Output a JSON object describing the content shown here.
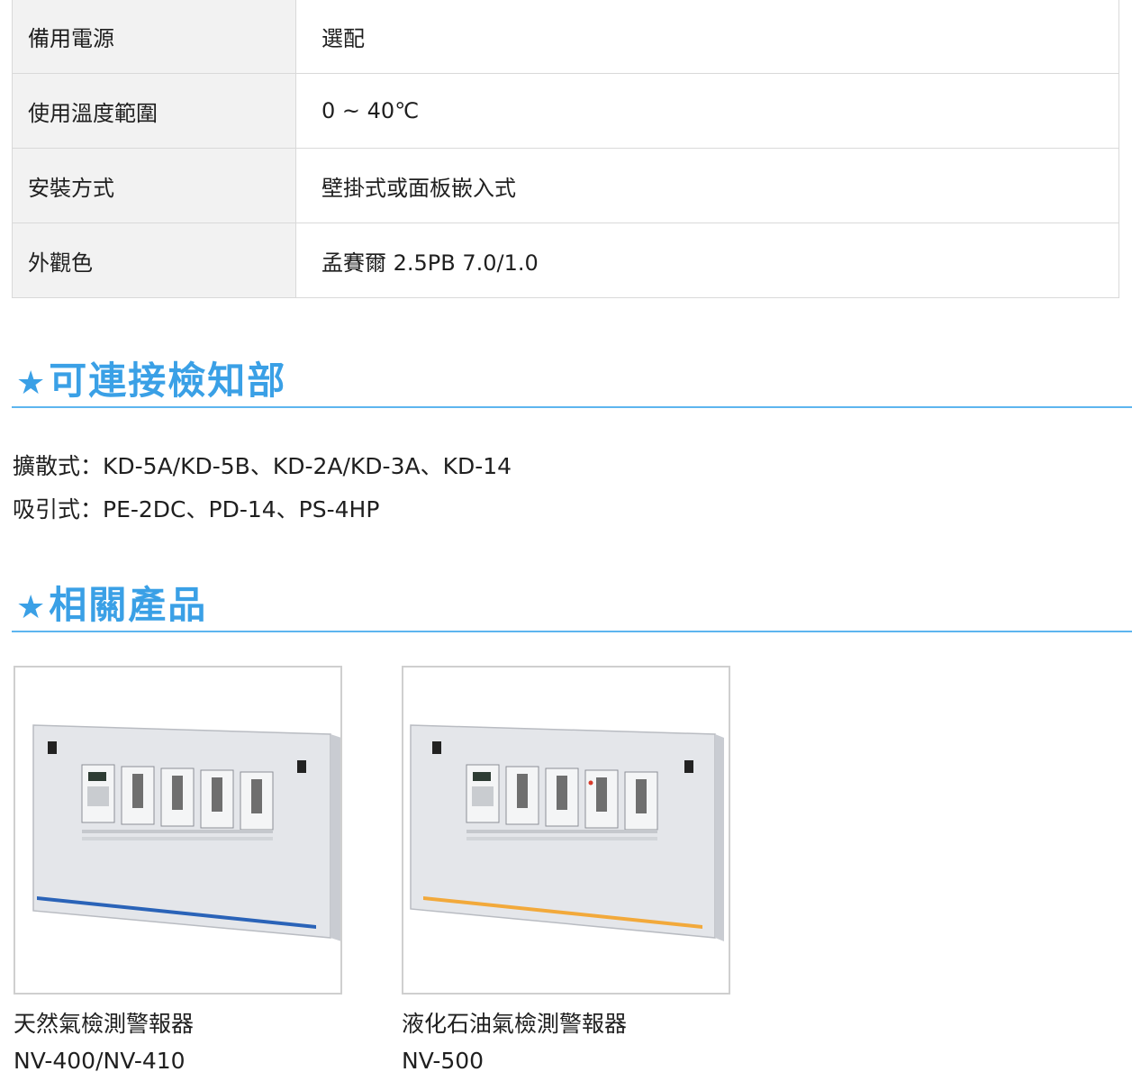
{
  "specs": [
    {
      "key": "備用電源",
      "value": "選配"
    },
    {
      "key": "使用溫度範圍",
      "value": "0 ~ 40℃"
    },
    {
      "key": "安裝方式",
      "value": "壁掛式或面板嵌入式"
    },
    {
      "key": "外觀色",
      "value": "孟賽爾  2.5PB 7.0/1.0"
    }
  ],
  "sections": {
    "detectors": {
      "title": "可連接檢知部",
      "lines": [
        "擴散式：KD-5A/KD-5B、KD-2A/KD-3A、KD-14",
        "吸引式：PE-2DC、PD-14、PS-4HP"
      ]
    },
    "related": {
      "title": "相關產品",
      "products": [
        {
          "name": "天然氣檢測警報器",
          "model": "NV-400/NV-410",
          "stripe_color": "#2a63b8"
        },
        {
          "name": "液化石油氣檢測警報器",
          "model": "NV-500",
          "stripe_color": "#f2a93b"
        }
      ]
    }
  },
  "colors": {
    "accent": "#3aa0e6",
    "rule": "#5db5ef"
  },
  "icons": {
    "heading_marker": "★"
  }
}
